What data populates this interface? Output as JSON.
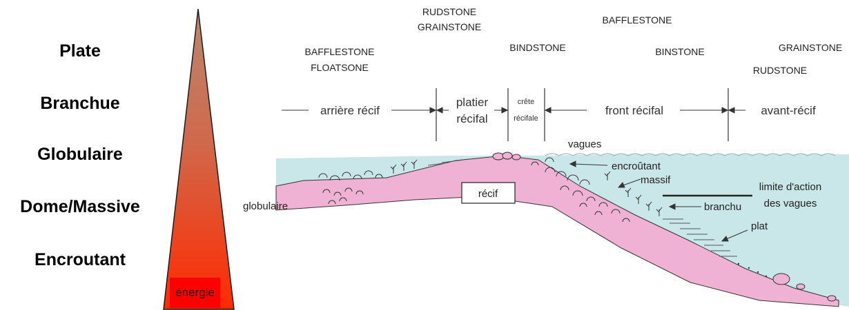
{
  "morphologies": [
    "Plate",
    "Branchue",
    "Globulaire",
    "Dome/Massive",
    "Encroutant"
  ],
  "energy_label": "énergie",
  "facies": {
    "f1": "BAFFLESTONE",
    "f2": "FLOATSONE",
    "f3": "RUDSTONE",
    "f4": "GRAINSTONE",
    "f5": "BINDSTONE",
    "f6": "BAFFLESTONE",
    "f7": "BINSTONE",
    "f8": "GRAINSTONE",
    "f9": "RUDSTONE"
  },
  "zones": {
    "arriere_recif": "arrière récif",
    "platier_1": "platier",
    "platier_2": "récifal",
    "crete_1": "crête",
    "crete_2": "récifale",
    "front_recifal": "front récifal",
    "avant_recif": "avant-récif"
  },
  "labels": {
    "vagues": "vagues",
    "encroutant": "encroûtant",
    "massif": "massif",
    "limite_1": "limite d'action",
    "limite_2": "des vagues",
    "branchu": "branchu",
    "plat": "plat",
    "globulaire": "globulaire",
    "recif": "récif"
  },
  "colors": {
    "water": "#c9e6e8",
    "reef": "#efb2d4",
    "triangle_top": "#b9876f",
    "triangle_bottom": "#ff2a00"
  }
}
